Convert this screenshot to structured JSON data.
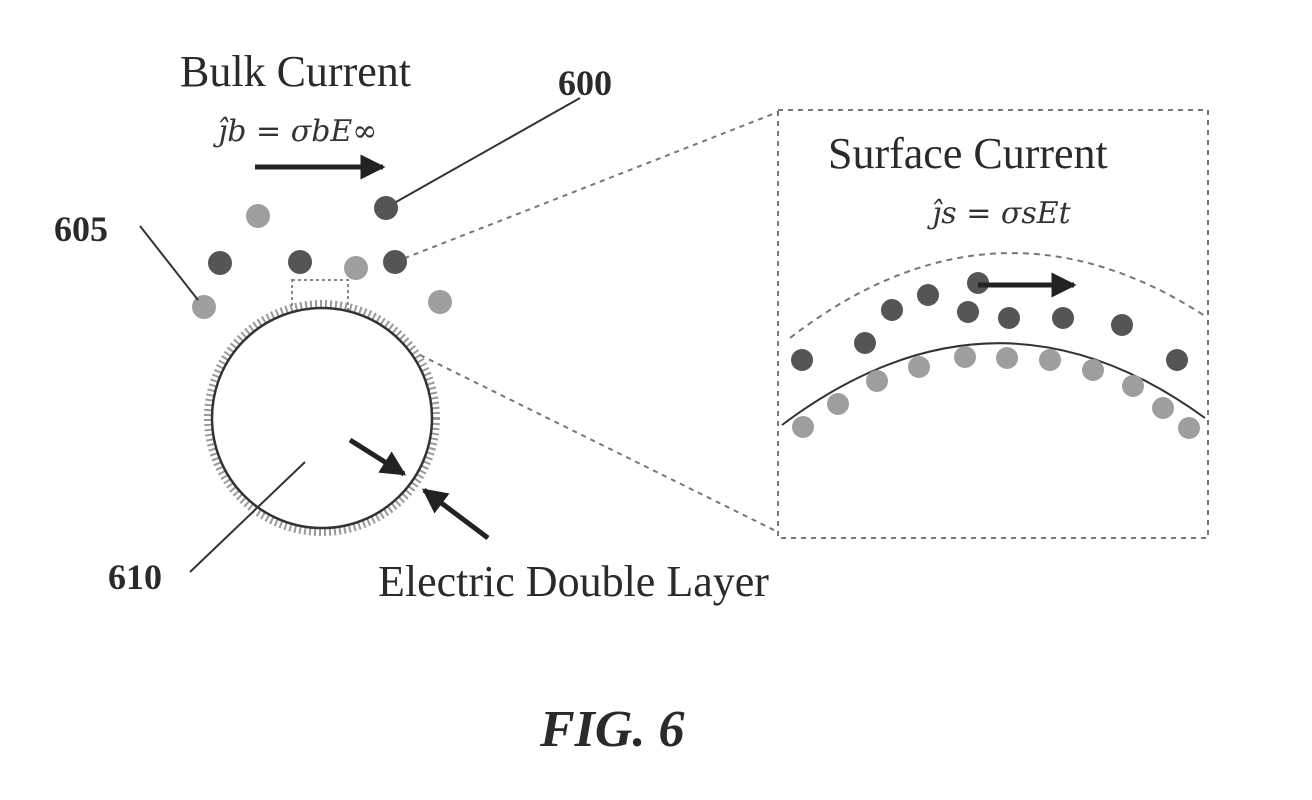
{
  "figure": {
    "bulk_current_title": "Bulk Current",
    "bulk_current_equation": "ĵb = σbE∞",
    "surface_current_title": "Surface Current",
    "surface_current_equation": "ĵs = σsEt",
    "edl_label": "Electric Double Layer",
    "ref_600": "600",
    "ref_605": "605",
    "ref_610": "610",
    "fig_label": "FIG. 6"
  },
  "colors": {
    "dark_ion": "#555555",
    "light_ion": "#9e9e9e",
    "line": "#222222",
    "dashed": "#666666"
  }
}
